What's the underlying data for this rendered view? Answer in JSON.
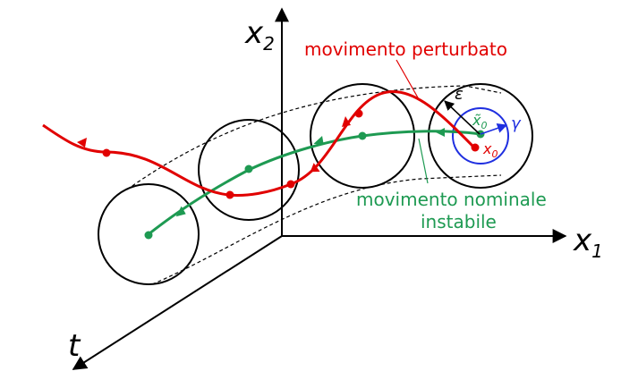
{
  "axes": {
    "x1": {
      "base": "x",
      "sub": "1"
    },
    "x2": {
      "base": "x",
      "sub": "2"
    },
    "t": "t"
  },
  "labels": {
    "perturbed": "movimento perturbato",
    "nominal_line1": "movimento nominale",
    "nominal_line2": "instabile",
    "epsilon": "ε",
    "gamma": "γ",
    "x0": {
      "base": "x",
      "sub": "0"
    },
    "x0_tilde": {
      "base": "x̃",
      "sub": "0"
    }
  },
  "colors": {
    "perturbed": "#e10000",
    "nominal": "#1e9a52",
    "gamma_circle": "#1f2fe0",
    "axes": "#000000"
  }
}
